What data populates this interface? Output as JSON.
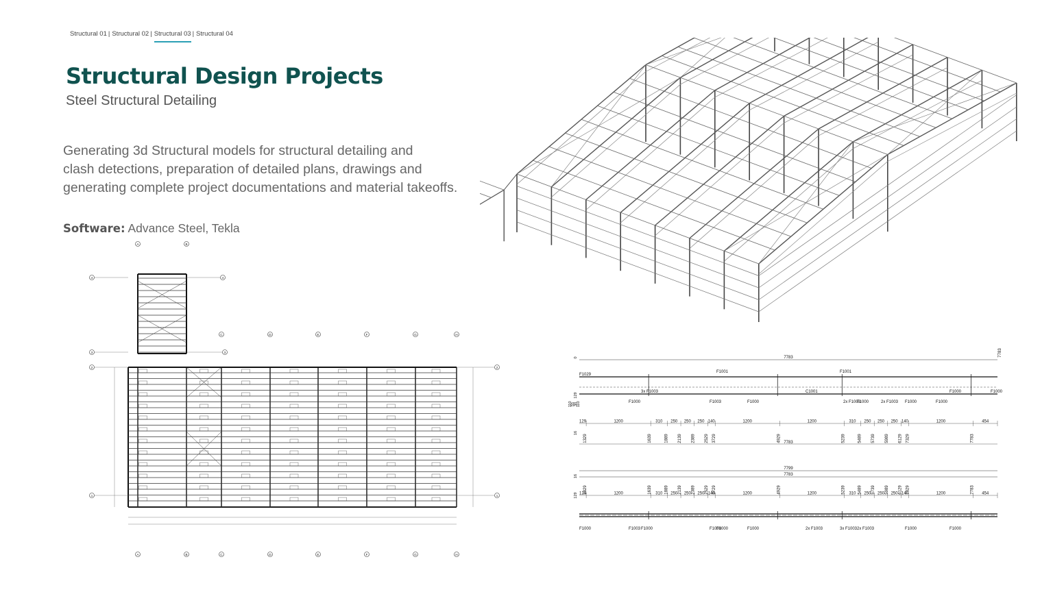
{
  "nav": {
    "tabs": [
      {
        "label": "Structural 01"
      },
      {
        "label": "Structural 02"
      },
      {
        "label": "Structural 03"
      },
      {
        "label": "Structural 04"
      }
    ],
    "separator": "|",
    "active_index": 2
  },
  "header": {
    "title": "Structural Design Projects",
    "subtitle": "Steel Structural Detailing"
  },
  "description": {
    "lines": [
      "Generating 3d Structural models for structural detailing and",
      "clash detections, preparation of detailed plans, drawings and",
      "generating complete project documentations and material takeoffs."
    ]
  },
  "software": {
    "label": "Software:",
    "value": "Advance Steel, Tekla"
  },
  "plan": {
    "col_labels": [
      "A",
      "B",
      "C",
      "D",
      "E",
      "F",
      "G",
      "H"
    ],
    "row_labels": [
      "4",
      "3",
      "2",
      "1"
    ]
  },
  "elevation_top": {
    "dims_top": [
      "7783"
    ],
    "right_dim": "7783",
    "labels": [
      "F1029",
      "F1001",
      "F1001",
      "F1000",
      "3x F1003",
      "F1003",
      "F1000",
      "C1001",
      "F1000",
      "F1000",
      "F1000",
      "2x F1003",
      "2x F1003",
      "F1000",
      "F1000"
    ],
    "small_dims": [
      "110",
      "55",
      "30",
      "110"
    ],
    "dim_row1": [
      "129",
      "1200",
      "310",
      "250",
      "250",
      "250",
      "140",
      "1200",
      "1200",
      "310",
      "250",
      "250",
      "250",
      "140",
      "1200",
      "454"
    ],
    "dim_row2": [
      "1329",
      "1639",
      "1889",
      "2139",
      "2389",
      "2529",
      "3729",
      "4929",
      "5239",
      "5489",
      "5739",
      "5989",
      "6129",
      "7329",
      "7783"
    ],
    "left_small": [
      "0",
      "129",
      "16"
    ],
    "bottom_total": "7783"
  },
  "elevation_bottom": {
    "dims_top": [
      "7799",
      "7783"
    ],
    "left_small": [
      "16",
      "129"
    ],
    "dim_row1": [
      "129",
      "1200",
      "310",
      "250",
      "250",
      "250",
      "140",
      "1200",
      "1200",
      "310",
      "250",
      "250",
      "250",
      "140",
      "1200",
      "454"
    ],
    "dim_row2": [
      "1329",
      "1639",
      "1889",
      "2139",
      "2389",
      "2529",
      "3729",
      "4929",
      "5239",
      "5489",
      "5739",
      "5989",
      "6129",
      "7329",
      "7783"
    ],
    "labels": [
      "F1000",
      "F1000",
      "3x F1003",
      "F1003",
      "F1000",
      "F1000",
      "F1000",
      "2x F1003",
      "2x F1003",
      "F1000",
      "F1000"
    ]
  }
}
